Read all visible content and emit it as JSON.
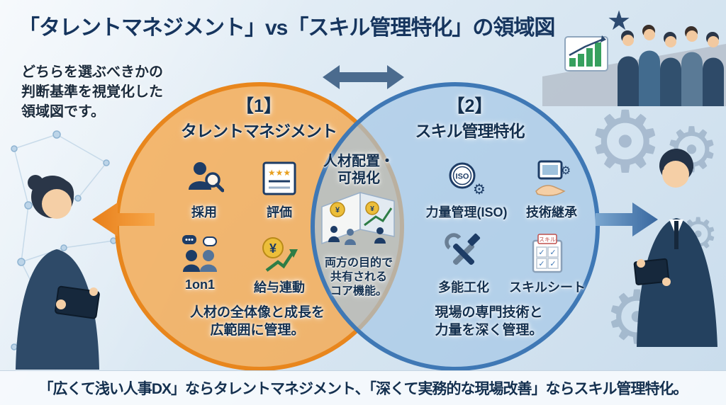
{
  "title": "「タレントマネジメント」vs「スキル管理特化」の領域図",
  "intro": "どちらを選ぶべきかの\n判断基準を視覚化した\n領域図です。",
  "left_circle": {
    "number": "【1】",
    "heading": "タレントマネジメント",
    "items": [
      {
        "label": "採用",
        "icon": "recruit-icon"
      },
      {
        "label": "評価",
        "icon": "evaluation-icon"
      },
      {
        "label": "1on1",
        "icon": "one-on-one-icon"
      },
      {
        "label": "給与連動",
        "icon": "salary-link-icon"
      }
    ],
    "footer": "人材の全体像と成長を\n広範囲に管理。",
    "fill": "#f6a649",
    "border": "#e8861d"
  },
  "right_circle": {
    "number": "【2】",
    "heading": "スキル管理特化",
    "items": [
      {
        "label": "力量管理(ISO)",
        "icon": "iso-competency-icon"
      },
      {
        "label": "技術継承",
        "icon": "tech-succession-icon"
      },
      {
        "label": "多能工化",
        "icon": "multi-skill-icon"
      },
      {
        "label": "スキルシート",
        "icon": "skill-sheet-icon"
      }
    ],
    "footer": "現場の専門技術と\n力量を深く管理。",
    "fill": "#a3c5e5",
    "border": "#3f78b5"
  },
  "overlap": {
    "heading": "人材配置・\n可視化",
    "footer": "両方の目的で\n共有される\nコア機能。"
  },
  "bottom_banner": "「広くて浅い人事DX」ならタレントマネジメント、「深くて実務的な現場改善」ならスキル管理特化。",
  "glyphs": {
    "gear": "⚙",
    "star": "★",
    "stars": "★★★",
    "yen": "¥",
    "check": "✓",
    "iso": "ISO",
    "skill_tab": "スキル"
  },
  "colors": {
    "title_text": "#16355e",
    "arrow_neutral": "#4b6b8e",
    "arrow_left": "#e8861d",
    "arrow_right": "#3f78b5"
  }
}
